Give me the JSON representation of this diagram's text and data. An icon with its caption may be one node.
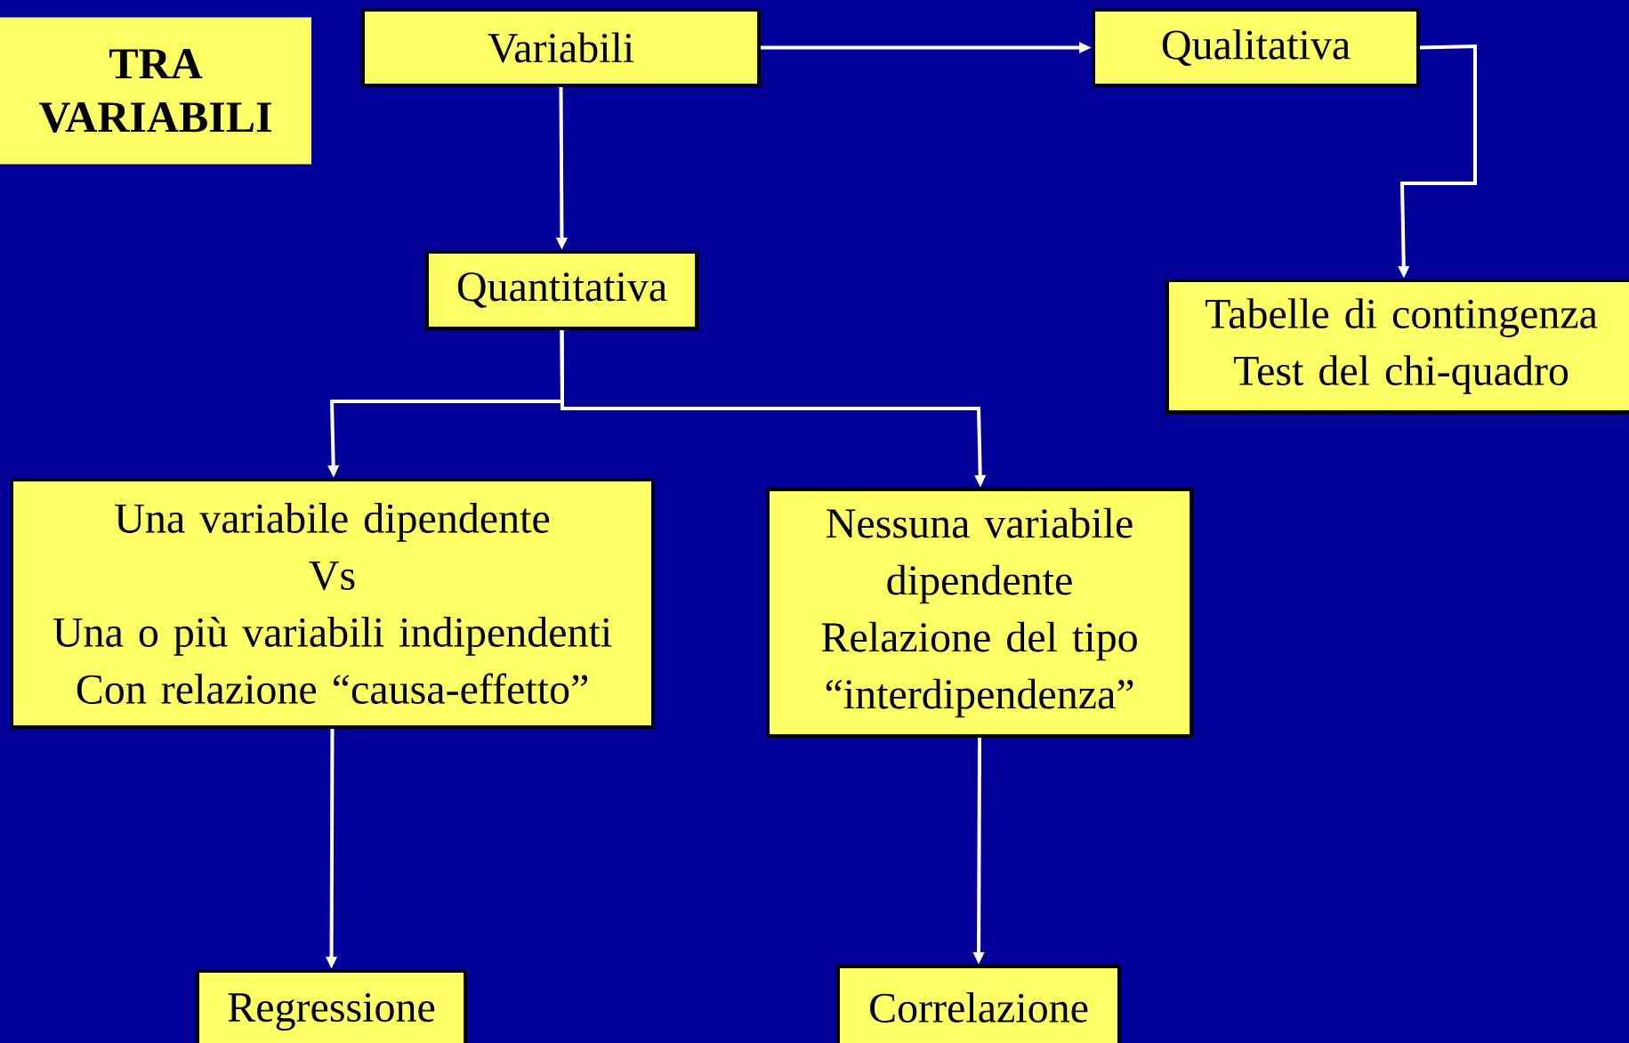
{
  "diagram": {
    "title": "TRA VARIABILI",
    "nodes": [
      {
        "text": [
          "Variabili"
        ]
      },
      {
        "text": [
          "Qualitativa"
        ]
      },
      {
        "text": [
          "Quantitativa"
        ]
      },
      {
        "text": [
          "Tabelle di contingenza",
          "Test del chi-quadro"
        ]
      },
      {
        "text": [
          "Una variabile dipendente",
          "Vs",
          "Una o più variabili indipendenti",
          "Con relazione “causa-effetto”"
        ]
      },
      {
        "text": [
          "Nessuna variabile dipendente",
          "Relazione del tipo “interdipendenza”"
        ]
      },
      {
        "text": [
          "Regressione"
        ]
      },
      {
        "text": [
          "Correlazione"
        ]
      }
    ],
    "edges": [
      {
        "from": 0,
        "to": 2,
        "arrow": "to"
      },
      {
        "from": 0,
        "to": 1,
        "arrow": "to"
      },
      {
        "from": 1,
        "to": 3,
        "arrow": "to"
      },
      {
        "from": 2,
        "to": 4,
        "arrow": "to"
      },
      {
        "from": 2,
        "to": 5,
        "arrow": "to"
      },
      {
        "from": 4,
        "to": 6,
        "arrow": "to"
      },
      {
        "from": 5,
        "to": 7,
        "arrow": "to"
      }
    ]
  }
}
